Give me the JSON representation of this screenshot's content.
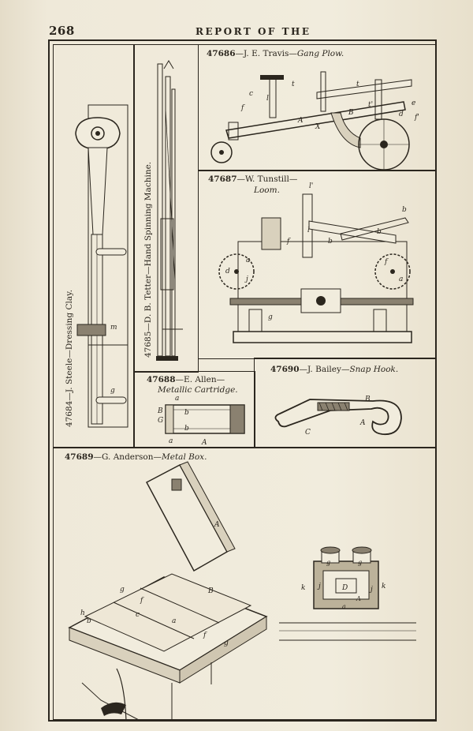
{
  "header": {
    "page_number": "268",
    "running_title": "REPORT OF THE"
  },
  "figures": [
    {
      "number": "47684",
      "caption": "—J. Steele—",
      "title": "Dressing Clay."
    },
    {
      "number": "47685",
      "caption": "—D. B. Tetter—",
      "title": "Hand Spinning Machine."
    },
    {
      "number": "47686",
      "caption": "—J. E. Travis—",
      "title": "Gang Plow."
    },
    {
      "number": "47687",
      "caption": "—W. Tunstill—",
      "title": "Loom."
    },
    {
      "number": "47688",
      "caption": "—E. Allen—",
      "title": "Metallic Cartridge."
    },
    {
      "number": "47690",
      "caption": "—J. Bailey—",
      "title": "Snap Hook."
    },
    {
      "number": "47689",
      "caption": "—G. Anderson—",
      "title": "Metal Box."
    }
  ],
  "labels": {
    "steele": [
      "m",
      "g"
    ],
    "travis": [
      "t",
      "t",
      "t'",
      "c",
      "f",
      "l",
      "B",
      "e",
      "A",
      "X",
      "f'",
      "d"
    ],
    "tunstill": [
      "b",
      "b",
      "l'",
      "l",
      "f",
      "d",
      "b",
      "a",
      "f",
      "j",
      "g",
      "a"
    ],
    "allen": [
      "a",
      "B",
      "G",
      "b",
      "b",
      "a",
      "A"
    ],
    "bailey": [
      "B",
      "A",
      "C"
    ],
    "anderson": [
      "A",
      "g",
      "f",
      "B",
      "c",
      "a",
      "f",
      "g",
      "h",
      "b",
      "g",
      "g",
      "k",
      "j",
      "D",
      "j",
      "k",
      "A",
      "a"
    ]
  }
}
